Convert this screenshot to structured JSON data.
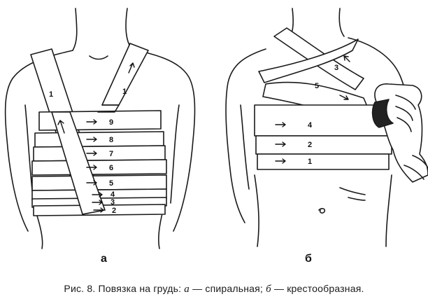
{
  "caption": {
    "prefix": "Рис. 8. Повязка на грудь:",
    "a_letter": "а",
    "a_text": "— спиральная;",
    "b_letter": "б",
    "b_text": "— крестообразная."
  },
  "panel_a": {
    "label": "а",
    "strap_left": "1",
    "strap_right": "1",
    "turns": [
      "9",
      "8",
      "7",
      "6",
      "5",
      "4",
      "3",
      "2"
    ]
  },
  "panel_b": {
    "label": "б",
    "diag_upper": "3",
    "diag_lower": "5",
    "turns": [
      "4",
      "2",
      "1"
    ]
  }
}
